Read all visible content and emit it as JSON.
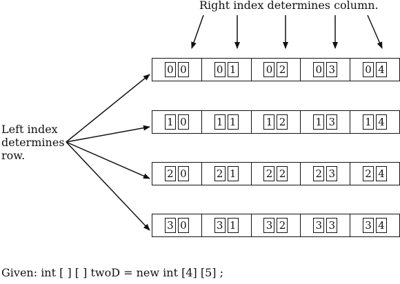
{
  "labels": {
    "top": "Right index determines column.",
    "left_line1": "Left index",
    "left_line2": "determines",
    "left_line3": "row.",
    "given": "Given: int [ ]  [ ]  twoD  =   new int [4] [5] ;"
  },
  "grid": {
    "rows": [
      [
        [
          "0",
          "0"
        ],
        [
          "0",
          "1"
        ],
        [
          "0",
          "2"
        ],
        [
          "0",
          "3"
        ],
        [
          "0",
          "4"
        ]
      ],
      [
        [
          "1",
          "0"
        ],
        [
          "1",
          "1"
        ],
        [
          "1",
          "2"
        ],
        [
          "1",
          "3"
        ],
        [
          "1",
          "4"
        ]
      ],
      [
        [
          "2",
          "0"
        ],
        [
          "2",
          "1"
        ],
        [
          "2",
          "2"
        ],
        [
          "2",
          "3"
        ],
        [
          "2",
          "4"
        ]
      ],
      [
        [
          "3",
          "0"
        ],
        [
          "3",
          "1"
        ],
        [
          "3",
          "2"
        ],
        [
          "3",
          "3"
        ],
        [
          "3",
          "4"
        ]
      ]
    ]
  },
  "colors": {
    "ink": "#111111",
    "background": "#ffffff"
  }
}
